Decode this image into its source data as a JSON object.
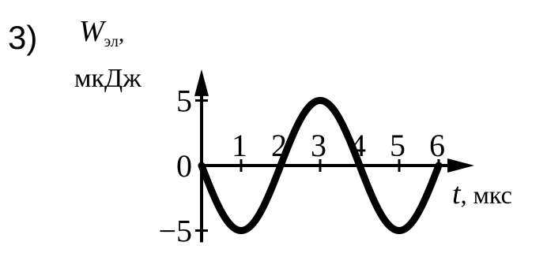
{
  "option_label": "3)",
  "chart_data": {
    "type": "line",
    "ylabel_symbol": "W",
    "ylabel_subscript": "эл",
    "ylabel_suffix": ",",
    "ylabel_unit": "мкДж",
    "xlabel_symbol": "t",
    "xlabel_unit": ", мкс",
    "x_ticks": [
      "1",
      "2",
      "3",
      "4",
      "5",
      "6"
    ],
    "y_ticks": [
      "5",
      "0",
      "−5"
    ],
    "xlim": [
      0,
      6.9
    ],
    "ylim": [
      -5.9,
      7.4
    ],
    "series": [
      {
        "function": "sine",
        "amplitude": 5,
        "period": 4,
        "phase_sign": -1,
        "x_range": [
          0,
          6
        ],
        "x": [
          0,
          0.5,
          1,
          1.5,
          2,
          2.5,
          3,
          3.5,
          4,
          4.5,
          5,
          5.5,
          6
        ],
        "y": [
          0,
          -3.54,
          -5,
          -3.54,
          0,
          3.54,
          5,
          3.54,
          0,
          -3.54,
          -5,
          -3.54,
          0
        ]
      }
    ],
    "colors": {
      "curve": "#000000",
      "axes": "#000000"
    }
  }
}
